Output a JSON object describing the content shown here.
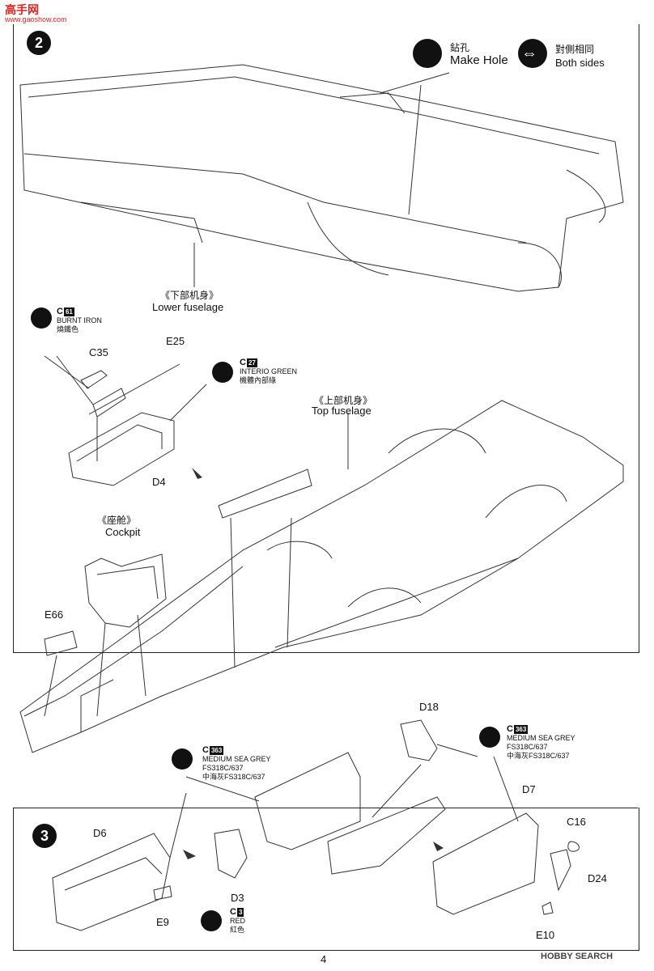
{
  "watermark": {
    "top": "高手网",
    "url": "www.gaoshow.com"
  },
  "step2": {
    "number": "2"
  },
  "step3": {
    "number": "3"
  },
  "legend": {
    "drill_cn": "鉆孔",
    "drill_en": "Make Hole",
    "both_cn": "對側相同",
    "both_en": "Both sides"
  },
  "labels": {
    "lower_cn": "《下部机身》",
    "lower_en": "Lower fuselage",
    "top_cn": "《上部机身》",
    "top_en": "Top fuselage",
    "cockpit_cn": "《座舱》",
    "cockpit_en": "Cockpit"
  },
  "parts": {
    "C35": "C35",
    "E25": "E25",
    "D4": "D4",
    "E66": "E66",
    "D18": "D18",
    "D7": "D7",
    "C16": "C16",
    "D24": "D24",
    "E10": "E10",
    "D6": "D6",
    "D3": "D3",
    "E9": "E9"
  },
  "paints": {
    "c61": {
      "prefix": "C",
      "num": "61",
      "name": "BURNT IRON",
      "cn": "燒鐵色"
    },
    "c27": {
      "prefix": "C",
      "num": "27",
      "name": "INTERIO GREEN",
      "cn": "機體內部綠"
    },
    "c363a": {
      "prefix": "C",
      "num": "363",
      "name": "MEDIUM SEA GREY",
      "fs": "FS318C/637",
      "cn": "中海灰FS318C/637"
    },
    "c363b": {
      "prefix": "C",
      "num": "363",
      "name": "MEDIUM SEA GREY",
      "fs": "FS318C/637",
      "cn": "中海灰FS318C/637"
    },
    "c3": {
      "prefix": "C",
      "num": "3",
      "name": "RED",
      "cn": "紅色"
    }
  },
  "footer": {
    "page": "4",
    "brand": "HOBBY SEARCH"
  }
}
